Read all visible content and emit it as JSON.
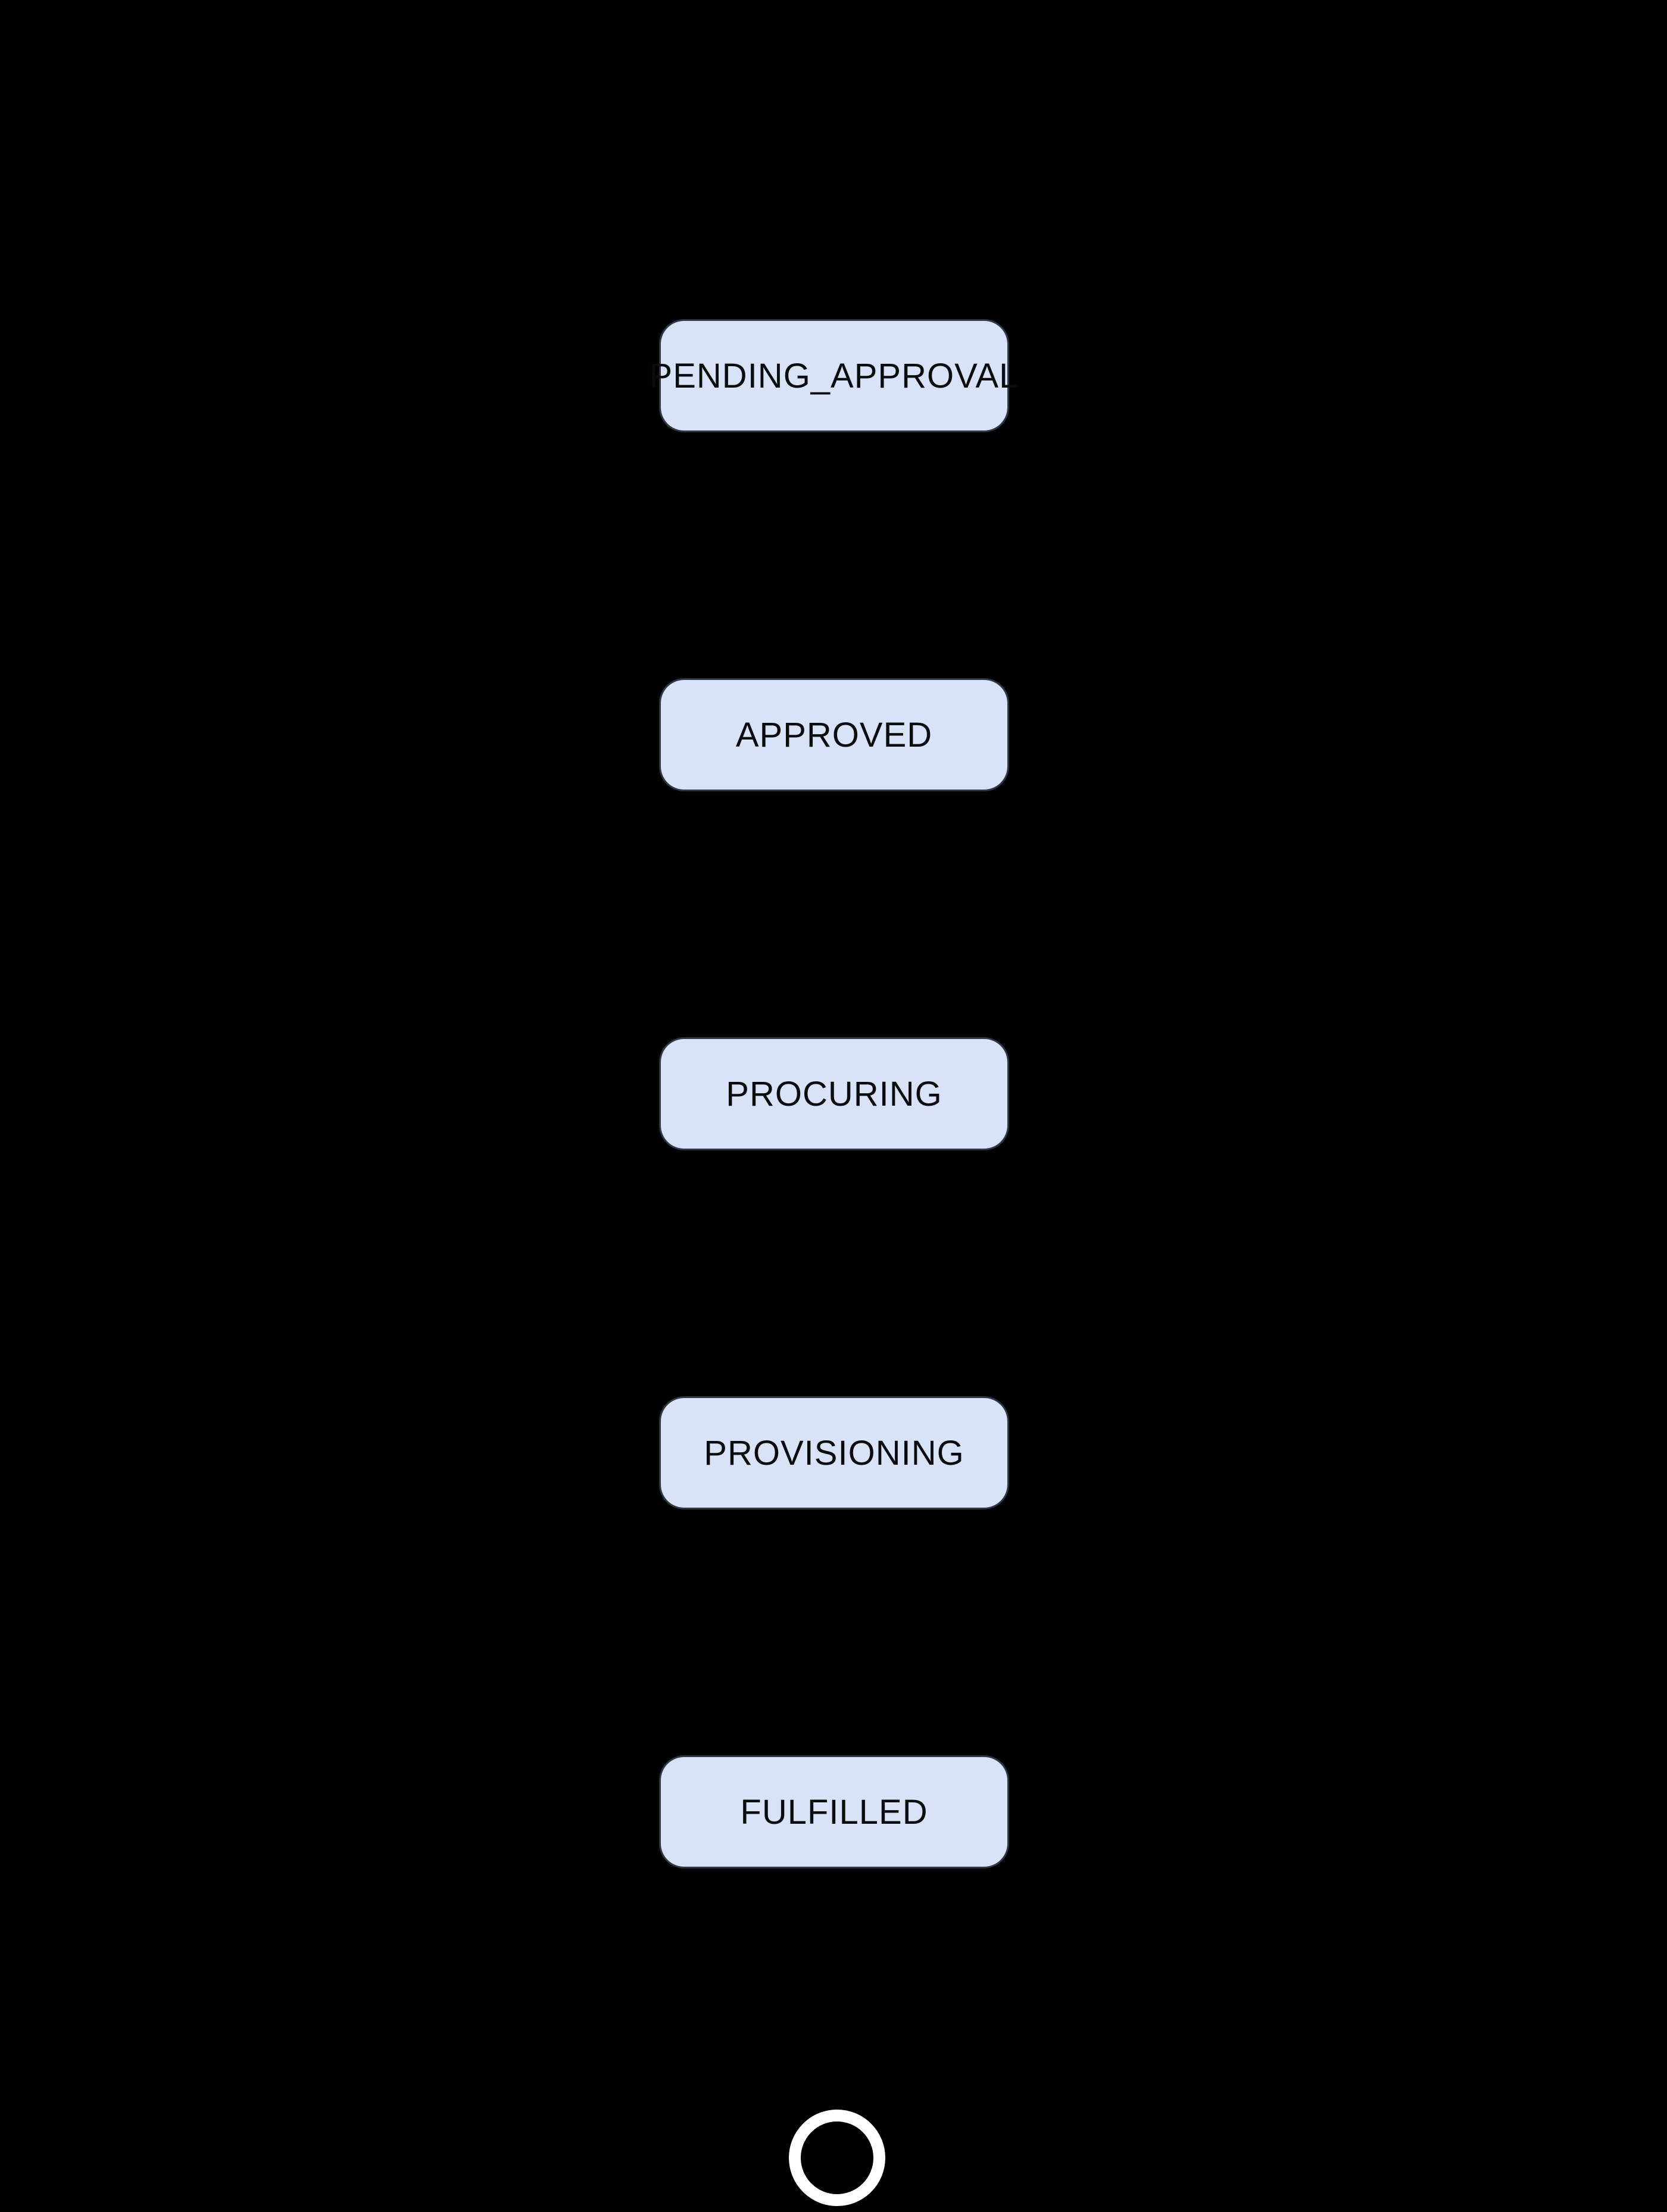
{
  "diagram": {
    "type": "state-flow",
    "orientation": "vertical",
    "states": [
      {
        "id": "pending_approval",
        "label": "PENDING_APPROVAL"
      },
      {
        "id": "approved",
        "label": "APPROVED"
      },
      {
        "id": "procuring",
        "label": "PROCURING"
      },
      {
        "id": "provisioning",
        "label": "PROVISIONING"
      },
      {
        "id": "fulfilled",
        "label": "FULFILLED"
      }
    ],
    "flow_order": [
      "PENDING_APPROVAL",
      "APPROVED",
      "PROCURING",
      "PROVISIONING",
      "FULFILLED",
      "final"
    ],
    "final_state": {
      "shape": "ring"
    },
    "colors": {
      "background": "#000000",
      "state_fill": "#d9e3f8",
      "state_border": "#2e3744",
      "state_text": "#0b0c0e",
      "end_ring": "#ffffff"
    }
  }
}
